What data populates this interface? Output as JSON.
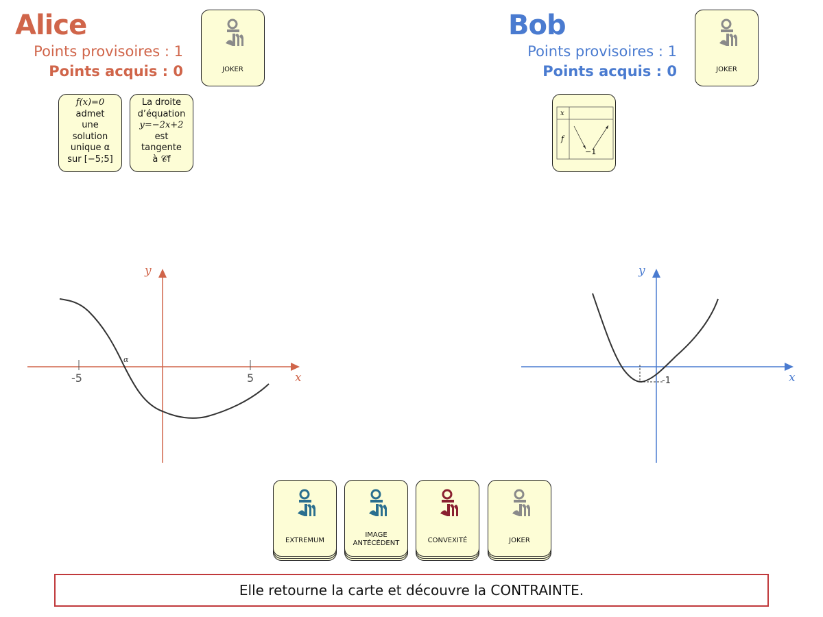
{
  "colors": {
    "alice": "#d0654a",
    "bob": "#4a7bd0",
    "card_bg": "#fdfdd6",
    "message_border": "#c0393b"
  },
  "alice": {
    "name": "Alice",
    "provisional": "Points provisoires : 1",
    "acquired": "Points acquis : 0",
    "joker_card": {
      "label": "JOKER",
      "logo_color": "#8a8a8a"
    },
    "constraint_cards": [
      {
        "lines": [
          "f(x)=0",
          "admet",
          "une",
          "solution",
          "unique α",
          "sur [−5;5]"
        ]
      },
      {
        "lines": [
          "La droite",
          "d’équation",
          "y=−2x+2",
          "est",
          "tangente",
          "à 𝒞f"
        ]
      }
    ],
    "graph": {
      "x_label": "x",
      "y_label": "y",
      "ticks": [
        "-5",
        "5"
      ],
      "point_label": "α"
    }
  },
  "bob": {
    "name": "Bob",
    "provisional": "Points provisoires : 1",
    "acquired": "Points acquis : 0",
    "joker_card": {
      "label": "JOKER",
      "logo_color": "#8a8a8a"
    },
    "table_card": {
      "row_x": "x",
      "row_f": "f",
      "min_value": "−1"
    },
    "graph": {
      "x_label": "x",
      "y_label": "y",
      "min_label": "-1"
    }
  },
  "hand": [
    {
      "label": "EXTREMUM",
      "logo_color": "#2a6f8f"
    },
    {
      "label": "IMAGE ANTÉCÉDENT",
      "logo_color": "#2a6f8f"
    },
    {
      "label": "CONVEXITÉ",
      "logo_color": "#8a2030"
    },
    {
      "label": "JOKER",
      "logo_color": "#8a8a8a"
    }
  ],
  "message": "Elle retourne la carte et découvre la CONTRAINTE."
}
